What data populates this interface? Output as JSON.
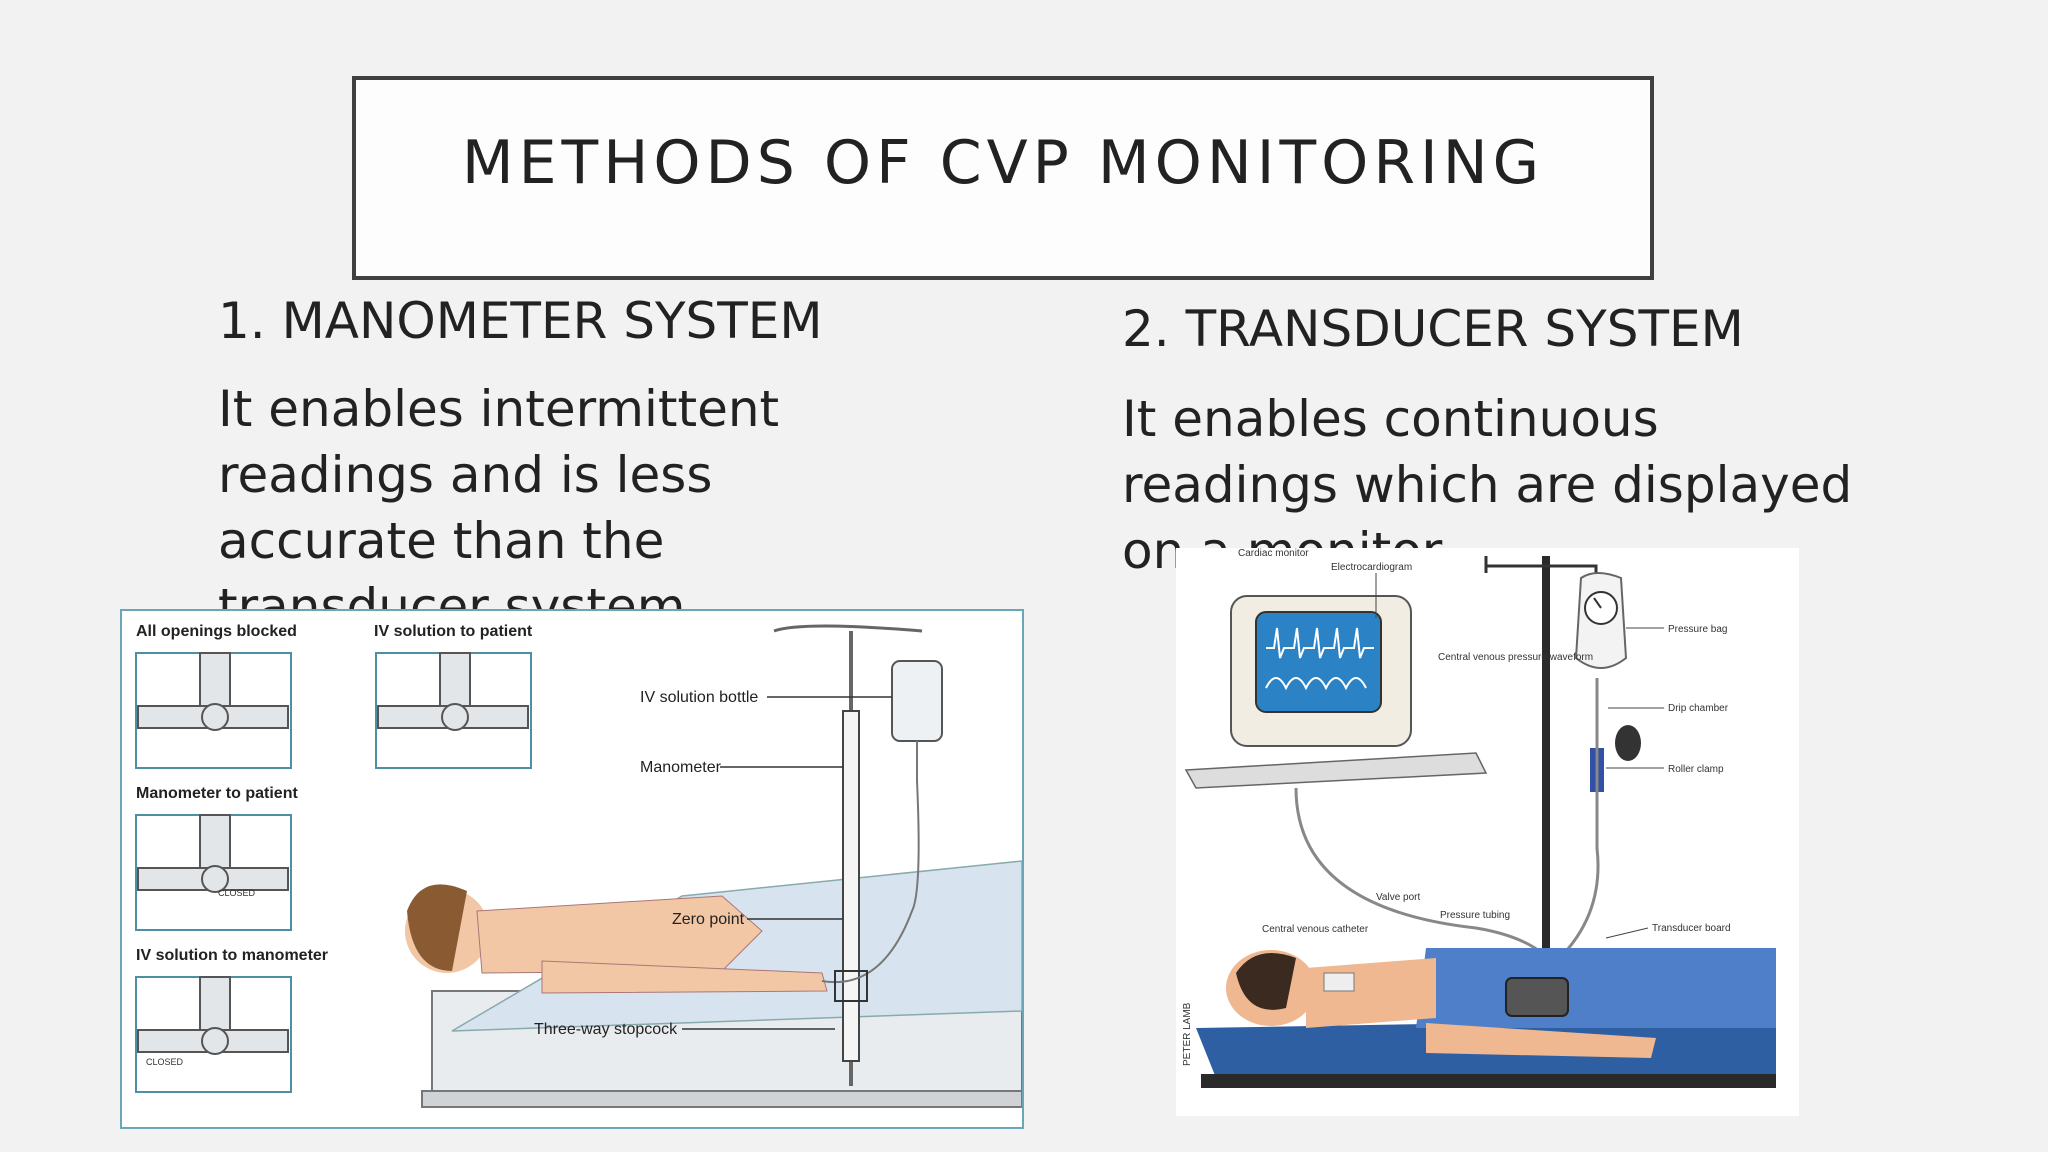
{
  "slide": {
    "title": "METHODS OF CVP MONITORING",
    "left": {
      "heading": "1. MANOMETER SYSTEM",
      "text": "It enables intermittent readings and is less accurate than the transducer system."
    },
    "right": {
      "heading": "2. TRANSDUCER SYSTEM",
      "text": "It enables continuous readings which are displayed on a monitor."
    }
  },
  "figure1": {
    "panels": {
      "p1": "All openings blocked",
      "p2": "IV solution to patient",
      "p3": "Manometer to patient",
      "p4": "IV solution to manometer"
    },
    "closed": "CLOSED",
    "labels": {
      "bottle": "IV solution bottle",
      "manometer": "Manometer",
      "zero": "Zero point",
      "stopcock": "Three-way stopcock"
    }
  },
  "figure2": {
    "labels": {
      "cardiac_monitor": "Cardiac monitor",
      "ecg": "Electrocardiogram",
      "waveform": "Central venous pressure waveform",
      "pressure_bag": "Pressure bag",
      "drip_chamber": "Drip chamber",
      "roller_clamp": "Roller clamp",
      "valve_port": "Valve port",
      "pressure_tubing": "Pressure tubing",
      "catheter": "Central venous catheter",
      "transducer_board": "Transducer board",
      "artist": "PETER LAMB"
    }
  }
}
